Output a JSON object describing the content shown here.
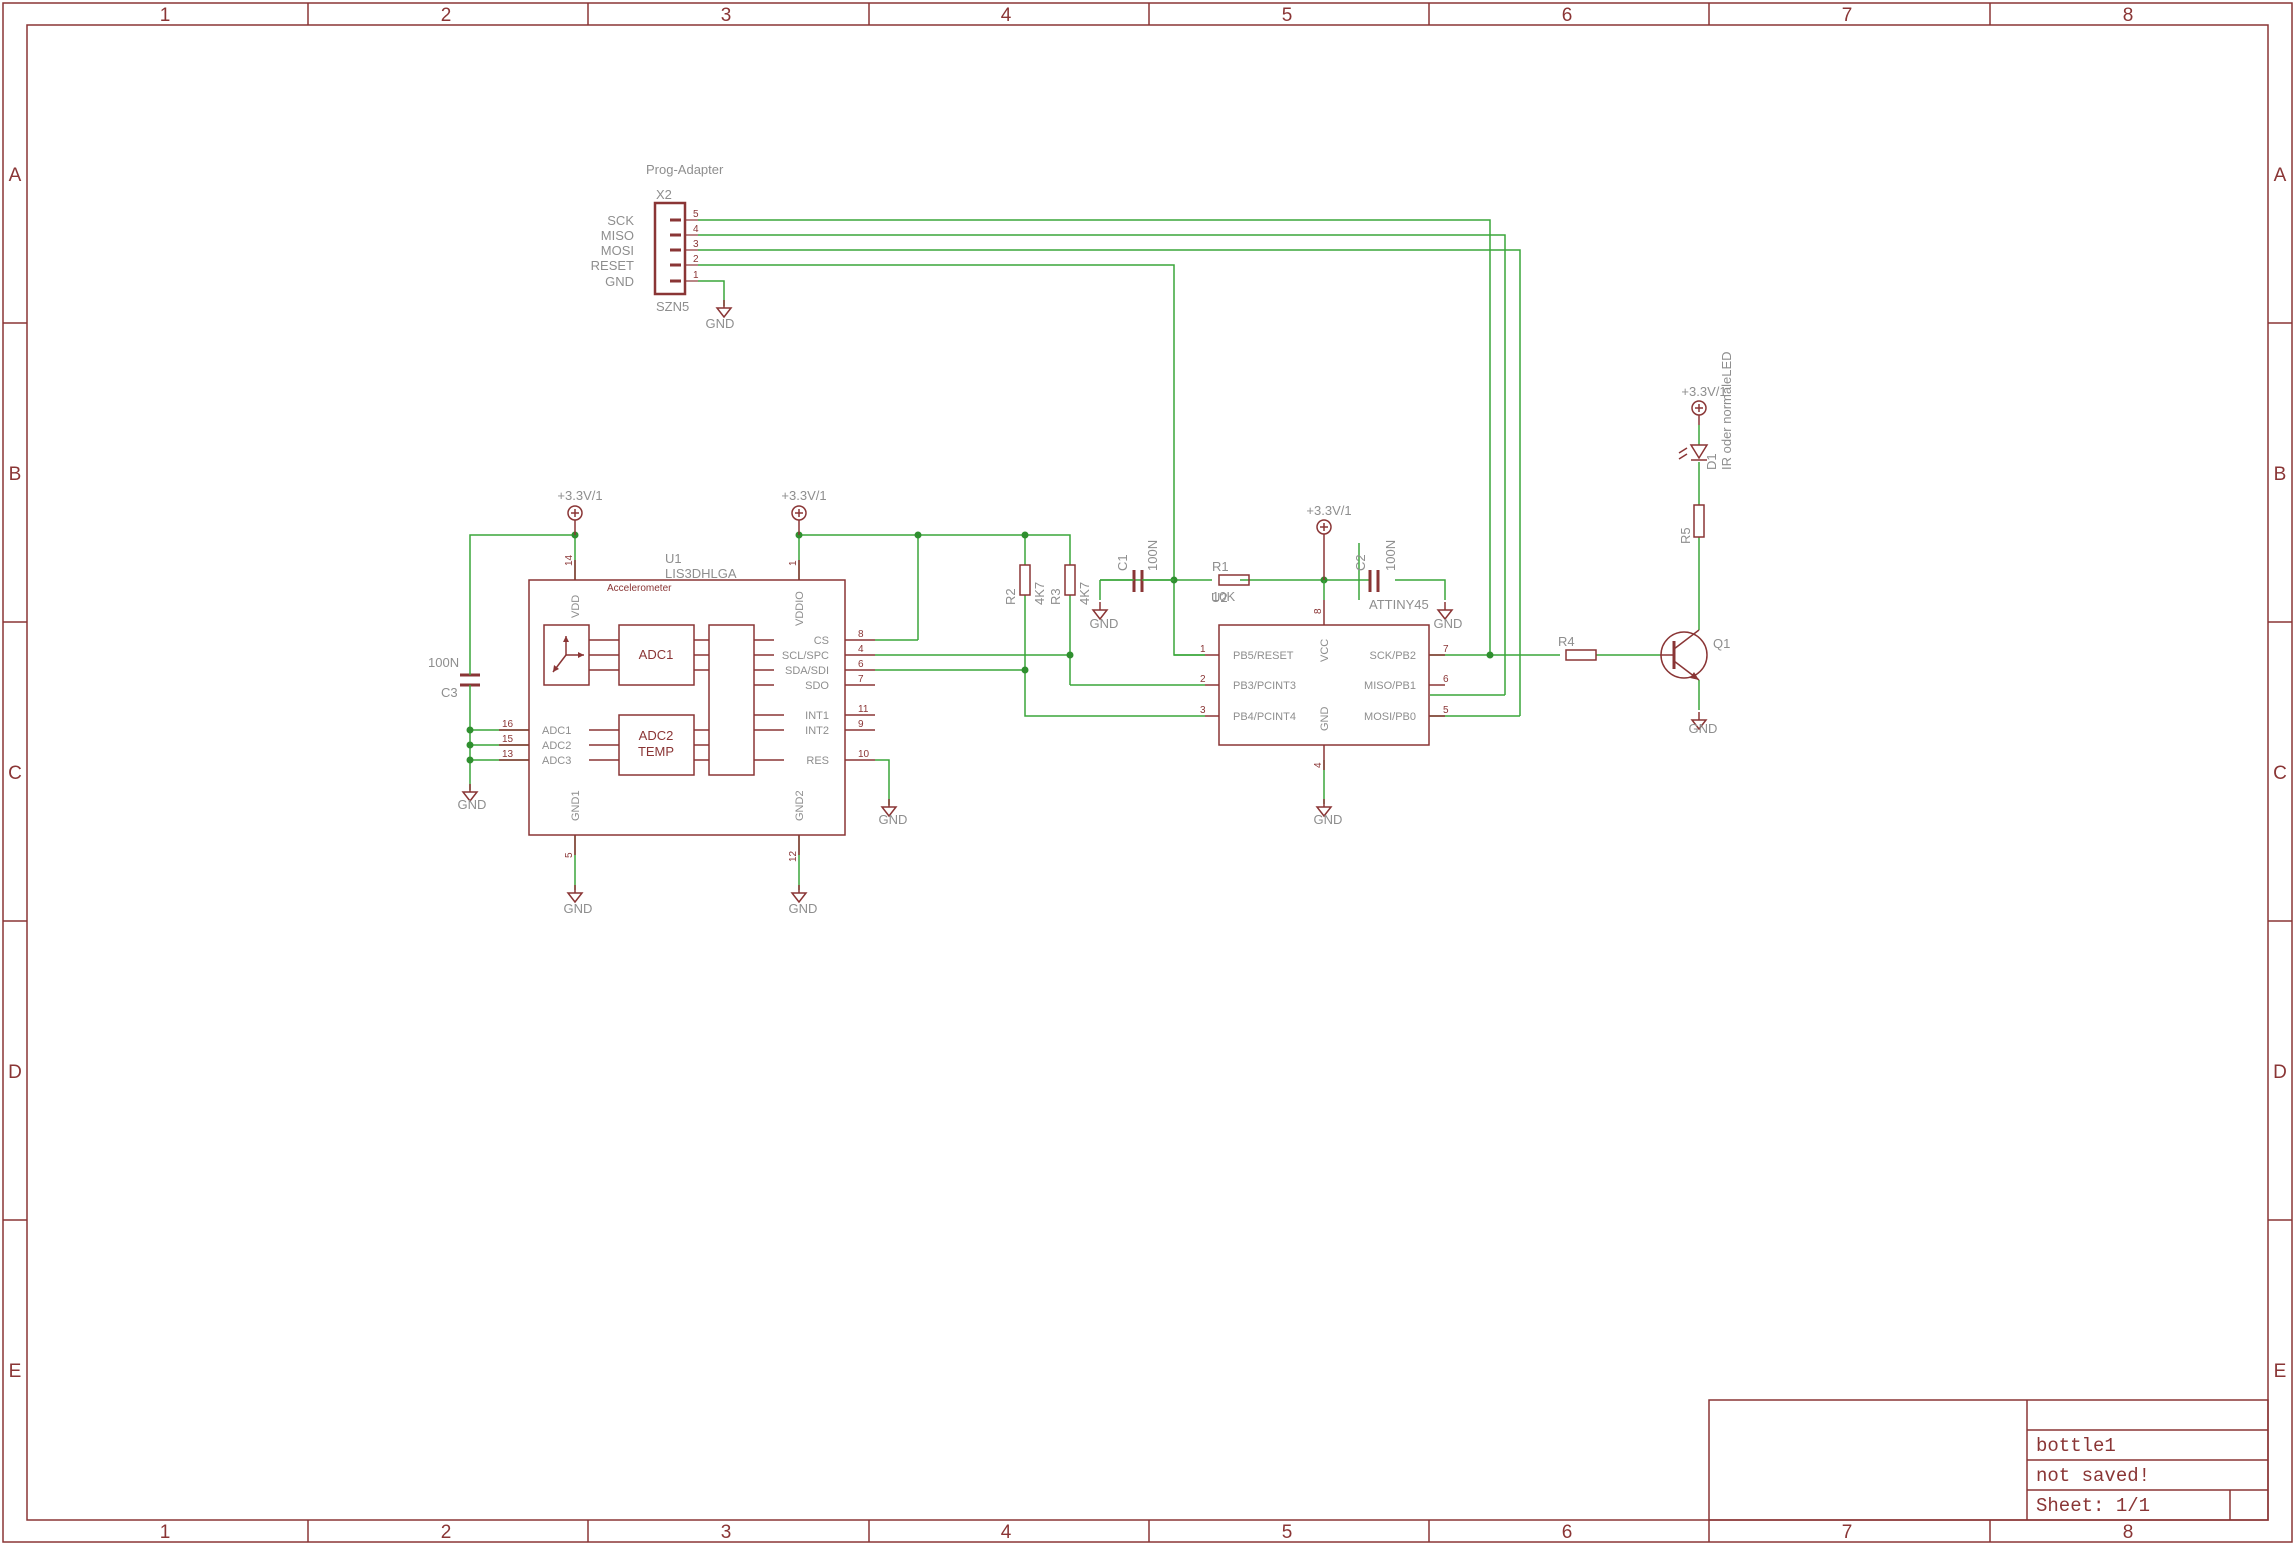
{
  "frame": {
    "columns": [
      "1",
      "2",
      "3",
      "4",
      "5",
      "6",
      "7",
      "8"
    ],
    "rows": [
      "A",
      "B",
      "C",
      "D",
      "E"
    ]
  },
  "colors": {
    "symbol": "#8a3535",
    "net": "#3aa63a",
    "junction": "#2f8f2f",
    "text_grey": "#8e8e8e"
  },
  "connector": {
    "title": "Prog-Adapter",
    "ref": "X2",
    "package": "SZN5",
    "signals": [
      "SCK",
      "MISO",
      "MOSI",
      "RESET",
      "GND"
    ],
    "pins": [
      "5",
      "4",
      "3",
      "2",
      "1"
    ]
  },
  "power": {
    "vcc": "+3.3V/1",
    "gnd": "GND"
  },
  "accelerometer": {
    "ref": "U1",
    "value": "LIS3DHLGA",
    "title": "Accelerometer",
    "adc1": "ADC1",
    "adc2_line1": "ADC2",
    "adc2_line2": "TEMP",
    "pin_vdd": "VDD",
    "pin_vddio": "VDDIO",
    "pin_gnd1": "GND1",
    "pin_gnd2": "GND2",
    "right_pins": [
      {
        "name": "CS",
        "num": "8"
      },
      {
        "name": "SCL/SPC",
        "num": "4"
      },
      {
        "name": "SDA/SDI",
        "num": "6"
      },
      {
        "name": "SDO",
        "num": "7"
      },
      {
        "name": "INT1",
        "num": "11"
      },
      {
        "name": "INT2",
        "num": "9"
      },
      {
        "name": "RES",
        "num": "10"
      }
    ],
    "left_pins": [
      {
        "name": "ADC1",
        "num": "16"
      },
      {
        "name": "ADC2",
        "num": "15"
      },
      {
        "name": "ADC3",
        "num": "13"
      }
    ],
    "num_vdd": "14",
    "num_vddio": "1",
    "num_gnd1": "5",
    "num_gnd2": "12"
  },
  "mcu": {
    "ref": "U2",
    "value": "ATTINY45",
    "left_pins": [
      {
        "name": "PB5/RESET",
        "num": "1"
      },
      {
        "name": "PB3/PCINT3",
        "num": "2"
      },
      {
        "name": "PB4/PCINT4",
        "num": "3"
      }
    ],
    "right_pins": [
      {
        "name": "SCK/PB2",
        "num": "7"
      },
      {
        "name": "MISO/PB1",
        "num": "6"
      },
      {
        "name": "MOSI/PB0",
        "num": "5"
      }
    ],
    "pin_vcc": "VCC",
    "pin_gnd": "GND",
    "num_vcc": "8",
    "num_gnd": "4"
  },
  "passives": {
    "c1": {
      "ref": "C1",
      "value": "100N"
    },
    "c2": {
      "ref": "C2",
      "value": "100N"
    },
    "c3": {
      "ref": "C3",
      "value": "100N"
    },
    "r1": {
      "ref": "R1",
      "value": "10K"
    },
    "r2": {
      "ref": "R2",
      "value": "4K7"
    },
    "r3": {
      "ref": "R3",
      "value": "4K7"
    },
    "r4": {
      "ref": "R4"
    },
    "r5": {
      "ref": "R5"
    },
    "d1": {
      "ref": "D1",
      "value": "IR oder normaleLED"
    },
    "q1": {
      "ref": "Q1"
    }
  },
  "titleblock": {
    "name": "bottle1",
    "status": "not saved!",
    "sheet": "Sheet: 1/1"
  }
}
